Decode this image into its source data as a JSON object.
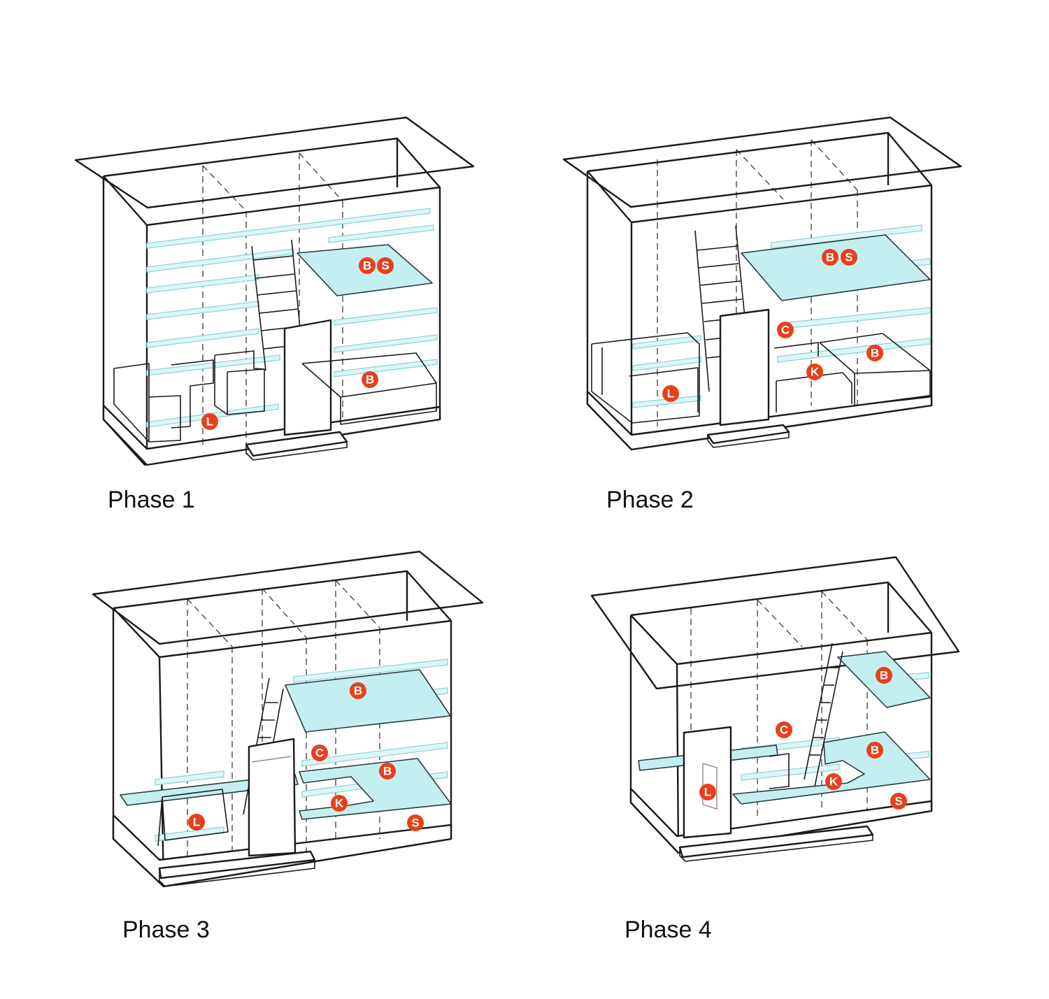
{
  "phases": [
    {
      "caption": "Phase 1",
      "badges": [
        "B",
        "S",
        "B",
        "L"
      ]
    },
    {
      "caption": "Phase 2",
      "badges": [
        "B",
        "S",
        "C",
        "B",
        "K",
        "L"
      ]
    },
    {
      "caption": "Phase 3",
      "badges": [
        "B",
        "C",
        "B",
        "K",
        "L",
        "S"
      ]
    },
    {
      "caption": "Phase 4",
      "badges": [
        "B",
        "C",
        "B",
        "K",
        "L",
        "S"
      ]
    }
  ],
  "colors": {
    "badge": "#e8401c",
    "plate": "#c4eff1",
    "line": "#1a1a1a"
  }
}
